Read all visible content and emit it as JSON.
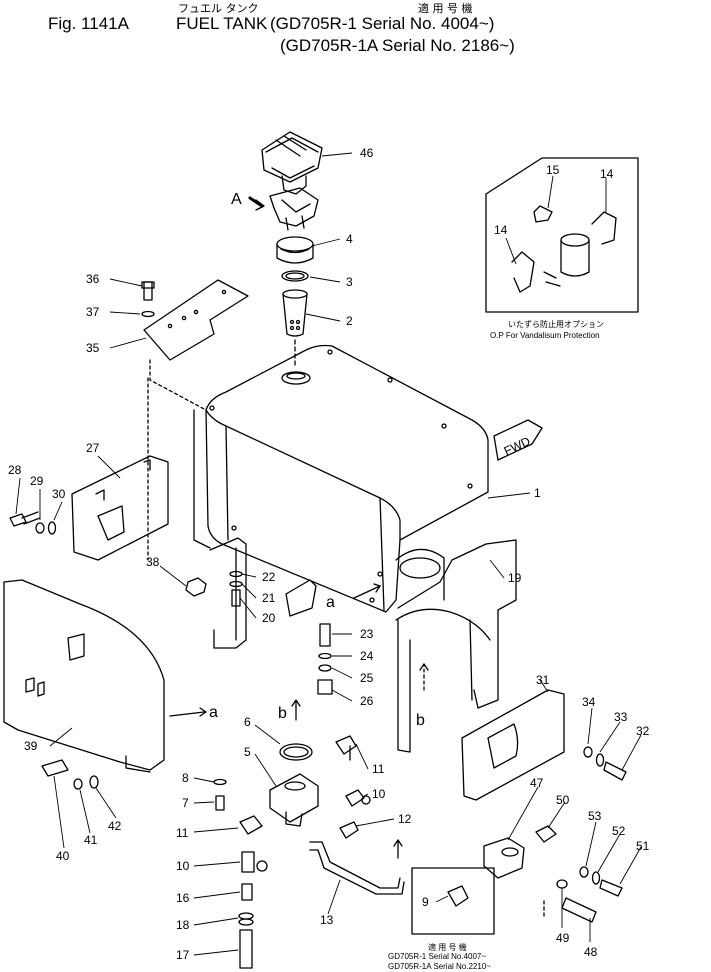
{
  "header": {
    "fig": "Fig. 1141A",
    "title_jp": "フュエル タンク",
    "title": "FUEL TANK",
    "applicable_jp": "適 用 号 機",
    "line1": "(GD705R-1   Serial No. 4004~)",
    "line2": "(GD705R-1A Serial No. 2186~)"
  },
  "inset_top": {
    "caption_jp": "いたずら防止用オプション",
    "caption_en": "O.P For Vandalisum Protection"
  },
  "inset_bottom": {
    "caption_jp": "適 用 号 機",
    "serial1": "GD705R-1   Serial No.4007~",
    "serial2": "GD705R-1A Serial No.2210~"
  },
  "view_label": "A",
  "fwd": "FWD",
  "arrow_labels": [
    "a",
    "a",
    "b",
    "b"
  ],
  "callouts": [
    "46",
    "4",
    "3",
    "2",
    "36",
    "37",
    "35",
    "15",
    "14",
    "14",
    "1",
    "27",
    "28",
    "29",
    "30",
    "38",
    "22",
    "21",
    "20",
    "19",
    "23",
    "24",
    "25",
    "26",
    "39",
    "31",
    "34",
    "33",
    "32",
    "6",
    "5",
    "11",
    "10",
    "12",
    "8",
    "7",
    "11",
    "10",
    "16",
    "18",
    "17",
    "13",
    "9",
    "47",
    "50",
    "53",
    "52",
    "51",
    "49",
    "48",
    "42",
    "41",
    "40"
  ]
}
